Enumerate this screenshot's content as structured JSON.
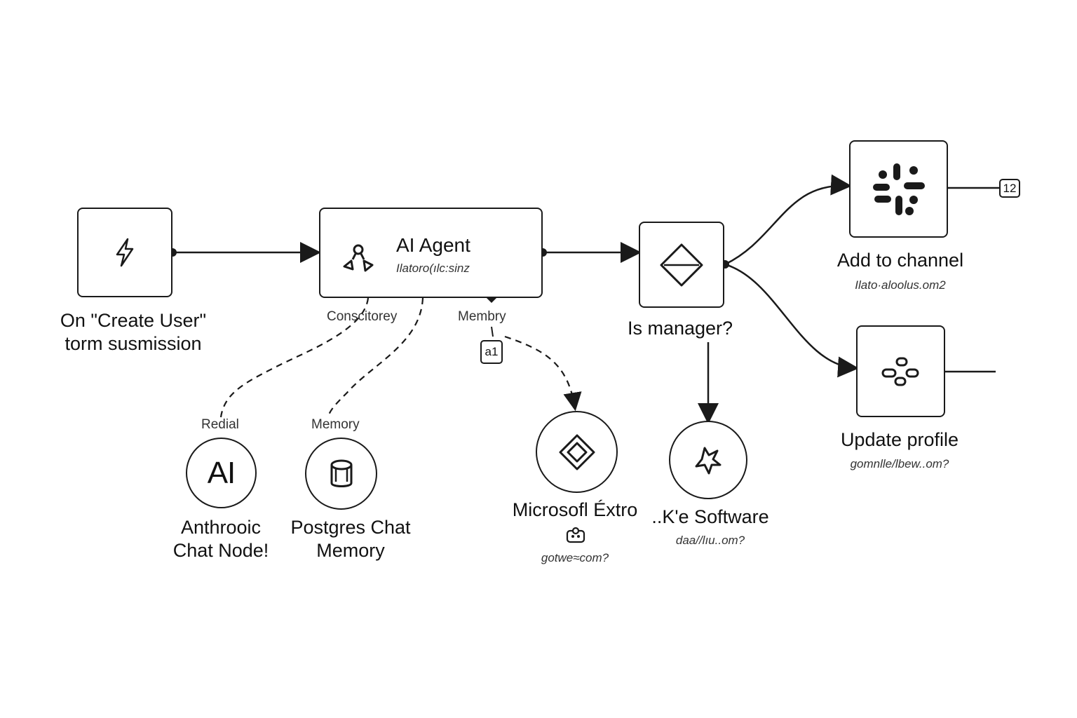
{
  "nodes": {
    "trigger": {
      "label_line1": "On \"Create User\"",
      "label_line2": "torm susmission",
      "icon": "lightning-icon"
    },
    "agent": {
      "title": "AI Agent",
      "subtitle": "Ilatoro(ılc:sinz",
      "icon": "agent-icon",
      "port_left": "Conscitorey",
      "port_right": "Membry"
    },
    "condition": {
      "label": "Is manager?",
      "icon": "diamond-icon"
    },
    "slack": {
      "label": "Add to channel",
      "subtitle": "Ilato·aloolus.om2",
      "icon": "slack-icon",
      "badge": "12"
    },
    "update": {
      "label": "Update profile",
      "subtitle": "gomnlle/lbew..om?",
      "icon": "update-icon"
    },
    "anthropic": {
      "port_label": "Redial",
      "icon_text": "AI",
      "label_line1": "Anthroοic",
      "label_line2": "Chat Node!"
    },
    "postgres": {
      "port_label": "Memory",
      "label_line1": "Postgres Chat",
      "label_line2": "Memory",
      "icon": "database-icon"
    },
    "microsoft": {
      "badge": "a1",
      "label": "Microsofl Éxtro",
      "subtitle": "gotwe≈com?",
      "icon": "diamond-outline-icon",
      "small_icon": "puzzle-icon"
    },
    "software": {
      "label": "..K'e Software",
      "subtitle": "daa//lıu..om?",
      "icon": "tool-icon"
    }
  },
  "colors": {
    "stroke": "#1a1a1a",
    "background": "#ffffff",
    "text": "#111111"
  }
}
